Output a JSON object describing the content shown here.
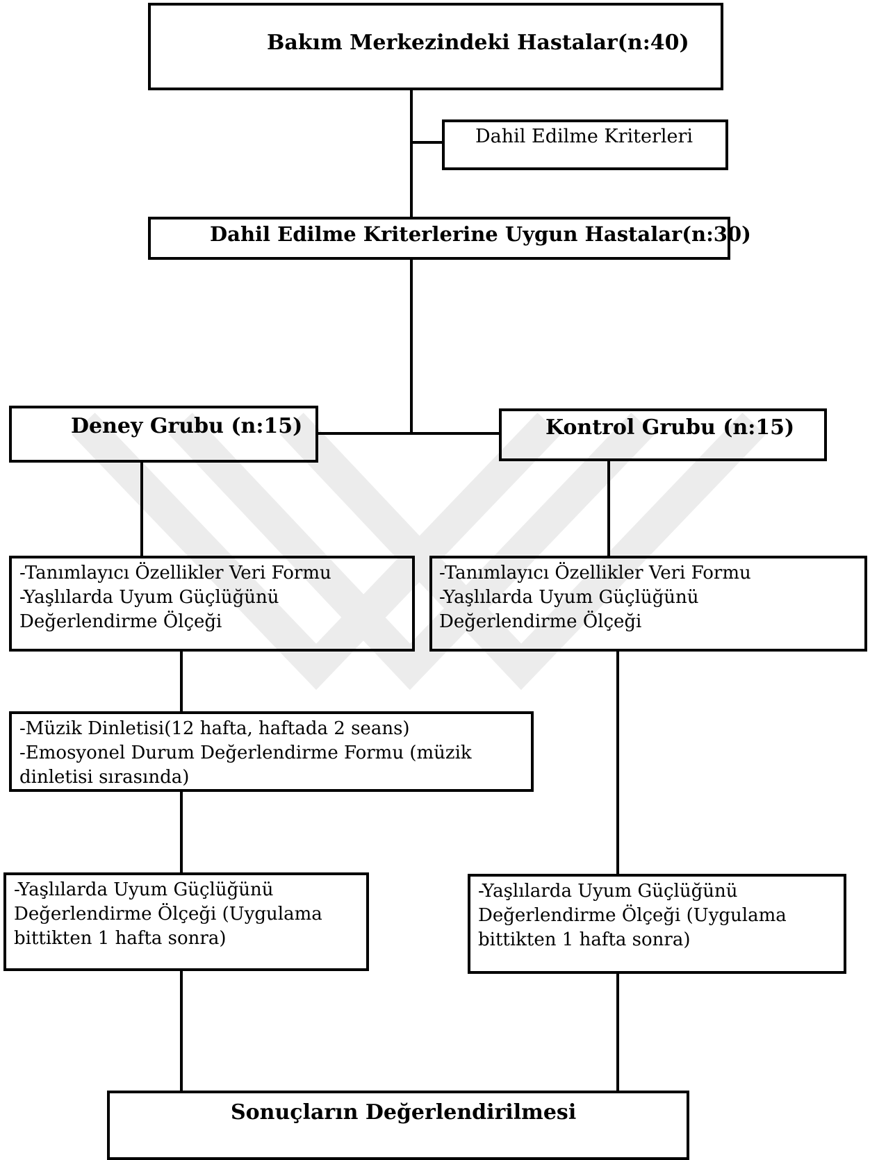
{
  "nodes": {
    "top": "Bakım Merkezindeki Hastalar(n:40)",
    "inclusion_criteria": "Dahil Edilme Kriterleri",
    "eligible": "Dahil Edilme Kriterlerine Uygun Hastalar(n:30)",
    "experiment_group": "Deney Grubu (n:15)",
    "control_group": "Kontrol Grubu (n:15)",
    "experiment_pre": [
      "-Tanımlayıcı Özellikler Veri Formu",
      "-Yaşlılarda Uyum Güçlüğünü",
      "Değerlendirme Ölçeği"
    ],
    "control_pre": [
      "-Tanımlayıcı Özellikler Veri Formu",
      "-Yaşlılarda Uyum Güçlüğünü",
      "Değerlendirme Ölçeği"
    ],
    "intervention": [
      "-Müzik Dinletisi(12 hafta, haftada 2 seans)",
      "-Emosyonel Durum Değerlendirme Formu (müzik",
      "dinletisi sırasında)"
    ],
    "experiment_post": [
      "-Yaşlılarda Uyum Güçlüğünü",
      "Değerlendirme Ölçeği (Uygulama",
      "bittikten 1 hafta sonra)"
    ],
    "control_post": [
      "-Yaşlılarda Uyum Güçlüğünü",
      "Değerlendirme Ölçeği (Uygulama",
      "bittikten 1 hafta sonra)"
    ],
    "results": "Sonuçların Değerlendirilmesi"
  },
  "colors": {
    "stroke": "#000000",
    "watermark": "#ececec"
  }
}
